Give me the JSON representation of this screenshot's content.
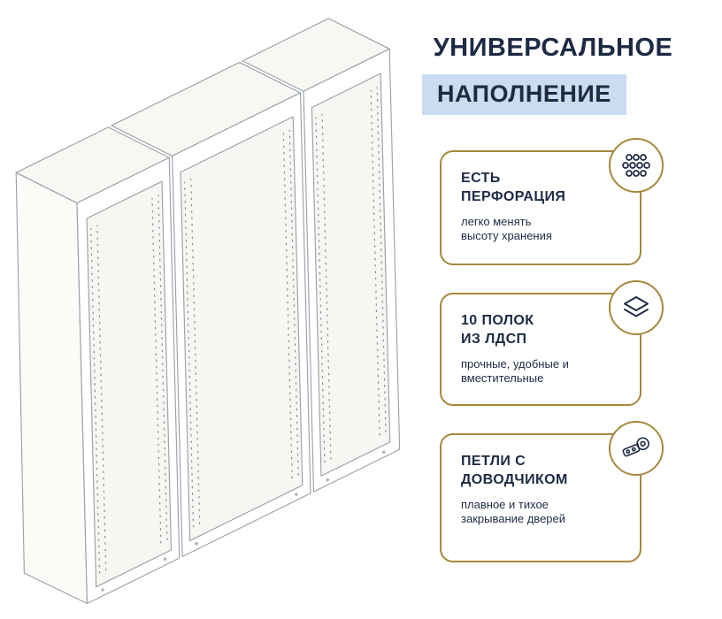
{
  "page": {
    "title_line1": "УНИВЕРСАЛЬНОЕ",
    "title_line2": "НАПОЛНЕНИЕ"
  },
  "cards": [
    {
      "title": "ЕСТЬ\nПЕРФОРАЦИЯ",
      "subtitle": "легко менять\nвысоту хранения",
      "icon": "perforation-dots-icon"
    },
    {
      "title": "10 ПОЛОК\nИЗ ЛДСП",
      "subtitle": "прочные, удобные и\nвместительные",
      "icon": "shelves-layers-icon"
    },
    {
      "title": "ПЕТЛИ С\nДОВОДЧИКОМ",
      "subtitle": "плавное и тихое\nзакрывание дверей",
      "icon": "hinge-icon"
    }
  ],
  "illustration": {
    "name": "wardrobe-frame-line-drawing",
    "description": "isometric line drawing of a three-section wardrobe carcass with perforated side panels"
  },
  "colors": {
    "accent_gold": "#A6883D",
    "navy": "#1E2A44",
    "highlight_blue": "#CADCF0",
    "line_gray": "#9AA1A9"
  }
}
